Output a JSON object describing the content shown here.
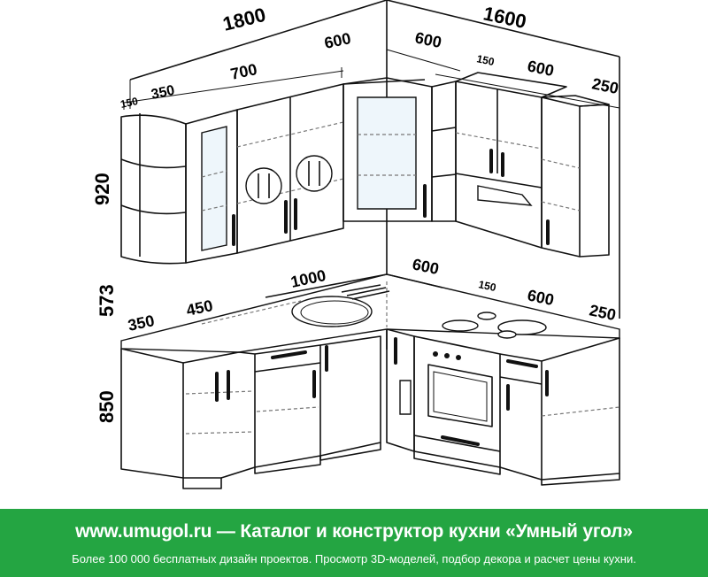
{
  "dimensions": {
    "upper_total_left": "1800",
    "upper_total_right": "1600",
    "upper_corner_left": "600",
    "upper_corner_right": "600",
    "upper_left_700": "700",
    "upper_left_350": "350",
    "upper_left_150": "150",
    "upper_right_150": "150",
    "upper_right_600": "600",
    "upper_right_250": "250",
    "height_upper": "920",
    "height_gap": "573",
    "height_base": "850",
    "counter_1000": "1000",
    "counter_450": "450",
    "counter_350": "350",
    "counter_600_a": "600",
    "counter_150": "150",
    "counter_600_b": "600",
    "counter_250": "250"
  },
  "footer": {
    "title": "www.umugol.ru — Каталог и конструктор кухни «Умный угол»",
    "subtitle": "Более 100 000 бесплатных дизайн проектов. Просмотр 3D-моделей, подбор декора и расчет цены кухни.",
    "background": "#24a542",
    "text_color": "#ffffff"
  }
}
